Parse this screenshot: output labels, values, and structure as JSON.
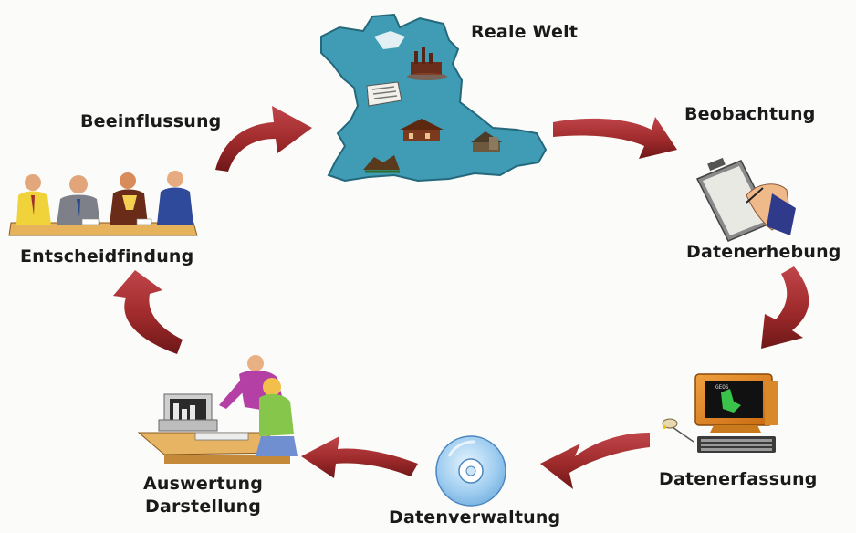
{
  "labels": {
    "reale_welt": "Reale Welt",
    "beobachtung": "Beobachtung",
    "datenerhebung": "Datenerhebung",
    "datenerfassung": "Datenerfassung",
    "datenverwaltung": "Datenverwaltung",
    "auswertung": "Auswertung",
    "darstellung": "Darstellung",
    "entscheidfindung": "Entscheidfindung",
    "beeinflussung": "Beeinflussung"
  },
  "colors": {
    "arrow": "#9e2a2b",
    "arrow_dark": "#6e1718",
    "map_fill": "#3f9cb4",
    "map_stroke": "#25687c",
    "cd_fill": "#a9d4f0",
    "text": "#1a1a1a"
  },
  "icons": {
    "world": "landscape-map-icon",
    "observation": "clipboard-writing-icon",
    "entry": "computer-terminal-icon",
    "storage": "cd-disc-icon",
    "analysis": "workstation-people-icon",
    "decision": "meeting-people-icon"
  }
}
